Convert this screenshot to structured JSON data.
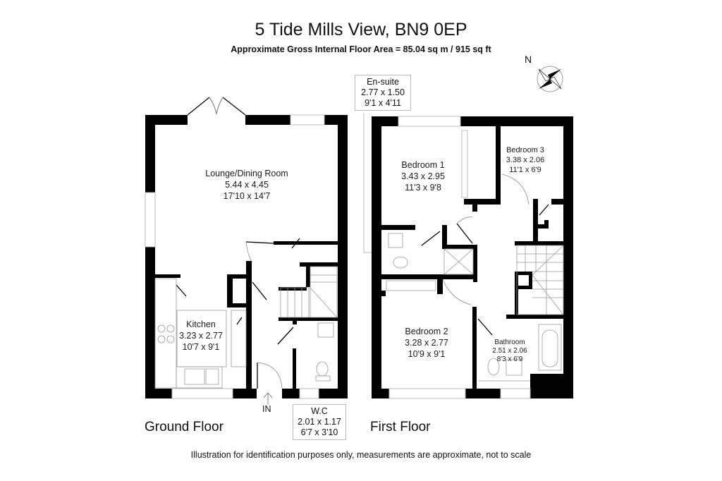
{
  "header": {
    "title": "5 Tide Mills View, BN9 0EP",
    "subtitle": "Approximate Gross Internal Floor Area = 85.04 sq m / 915 sq ft"
  },
  "compass": {
    "label": "N",
    "icon": "compass-rose-icon"
  },
  "ground_floor": {
    "label": "Ground Floor",
    "entrance_label": "IN",
    "rooms": [
      {
        "name": "Lounge/Dining Room",
        "metric": "5.44 x 4.45",
        "imperial": "17'10 x 14'7"
      },
      {
        "name": "Kitchen",
        "metric": "3.23 x 2.77",
        "imperial": "10'7 x 9'1"
      },
      {
        "name": "W.C",
        "metric": "2.01 x 1.17",
        "imperial": "6'7 x 3'10"
      }
    ]
  },
  "first_floor": {
    "label": "First Floor",
    "rooms": [
      {
        "name": "En-suite",
        "metric": "2.77 x 1.50",
        "imperial": "9'1 x 4'11"
      },
      {
        "name": "Bedroom 1",
        "metric": "3.43 x 2.95",
        "imperial": "11'3 x 9'8"
      },
      {
        "name": "Bedroom 3",
        "metric": "3.38 x 2.06",
        "imperial": "11'1 x 6'9"
      },
      {
        "name": "Bedroom 2",
        "metric": "3.28 x 2.77",
        "imperial": "10'9 x 9'1"
      },
      {
        "name": "Bathroom",
        "metric": "2.51 x 2.06",
        "imperial": "8'3 x 6'9"
      }
    ]
  },
  "footer": {
    "disclaimer": "Illustration for identification purposes only, measurements are approximate, not to scale"
  },
  "colors": {
    "wall": "#000000",
    "fixture": "#888888",
    "window": "#bbbbbb",
    "background": "#ffffff"
  }
}
